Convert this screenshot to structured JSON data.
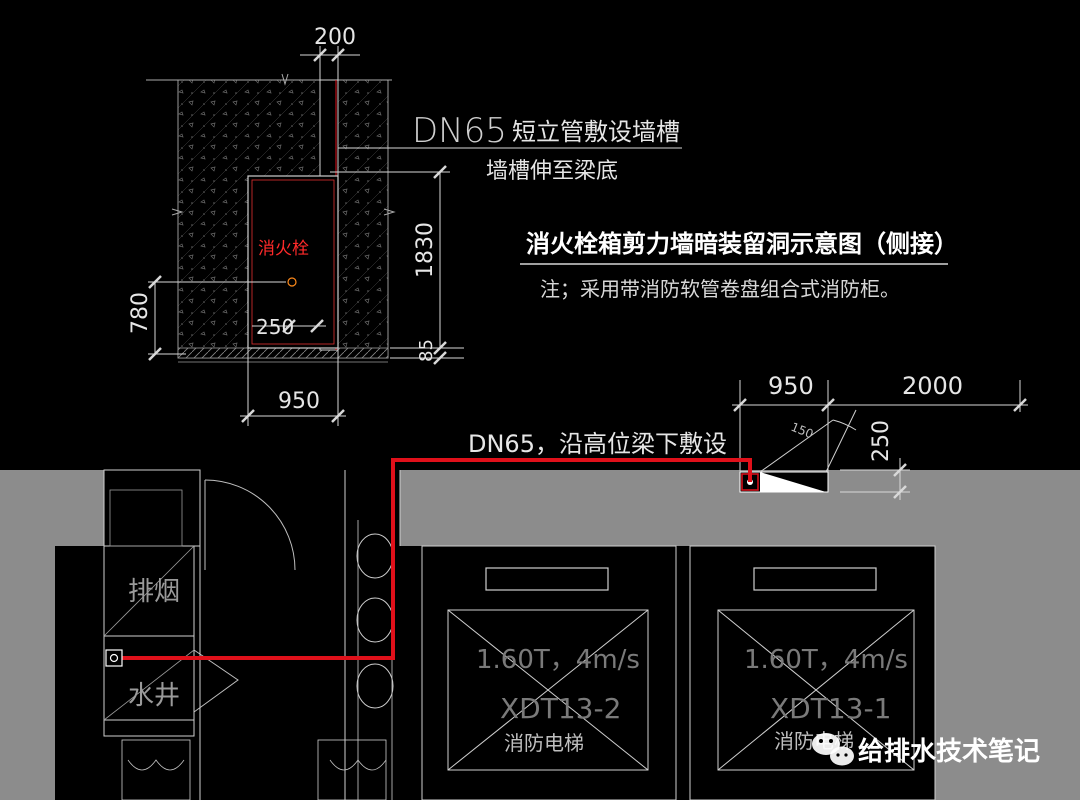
{
  "section": {
    "dim_top": "200",
    "pipe_label": "DN65",
    "pipe_desc": "短立管敷设墙槽",
    "slot_note": "墙槽伸至梁底",
    "box_label": "消火栓",
    "dim_height": "1830",
    "dim_sill": "780",
    "dim_side": "250",
    "dim_floor": "85",
    "dim_width": "950"
  },
  "title": {
    "main": "消火栓箱剪力墙暗装留洞示意图（侧接）",
    "note": "注；采用带消防软管卷盘组合式消防柜。"
  },
  "plan": {
    "dim_box_width": "950",
    "dim_run": "2000",
    "dim_depth": "250",
    "door_swing": "150",
    "pipe_route": "DN65，沿高位梁下敷设",
    "shaft_smoke": "排烟",
    "shaft_water": "水井",
    "elevator_spec_2": "1.60T，4m/s",
    "elevator_code_2": "XDT13-2",
    "elevator_name_2": "消防电梯",
    "elevator_spec_1": "1.60T，4m/s",
    "elevator_code_1": "XDT13-1",
    "elevator_name_1": "消防电梯"
  },
  "watermark": {
    "text": "给排水技术笔记",
    "icon": "wechat-icon"
  },
  "colors": {
    "background": "#000000",
    "wall": "#8c8c8c",
    "pipe": "#e0101a",
    "line": "#d8d8d8",
    "cabinet": "#ff2a2a"
  }
}
